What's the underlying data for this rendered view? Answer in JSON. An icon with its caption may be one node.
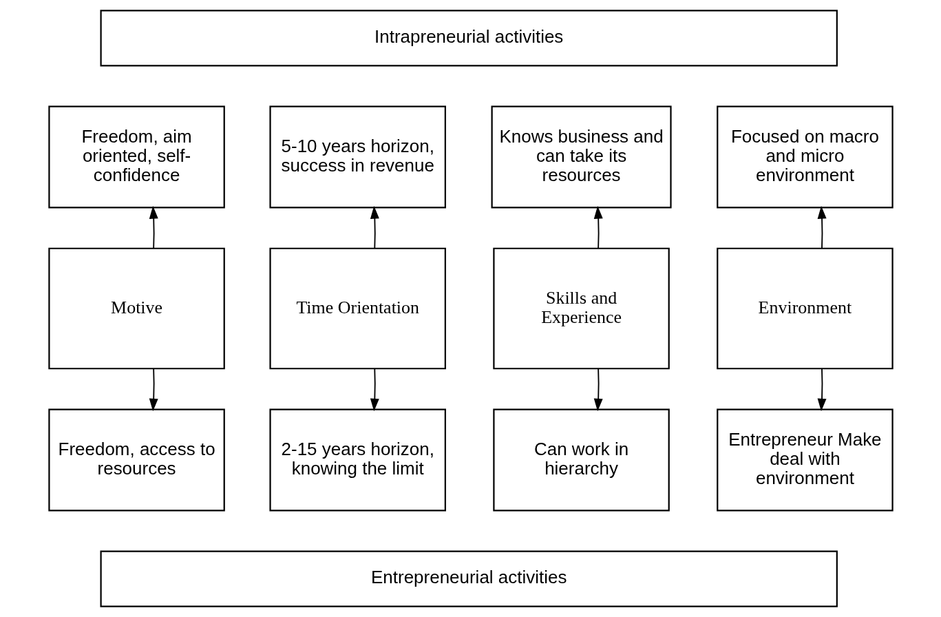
{
  "diagram": {
    "nodes": [
      {
        "text": [
          "Intrapreneurial activities"
        ]
      },
      {
        "text": [
          "Freedom, aim oriented, self-confidence"
        ]
      },
      {
        "text": [
          "5-10 years horizon, success in revenue"
        ]
      },
      {
        "text": [
          "Knows business and can take its resources"
        ]
      },
      {
        "text": [
          "Focused on macro and micro environment"
        ]
      },
      {
        "text": [
          "Motive"
        ]
      },
      {
        "text": [
          "Time Orientation"
        ]
      },
      {
        "text": [
          "Skills and Experience"
        ]
      },
      {
        "text": [
          "Environment"
        ]
      },
      {
        "text": [
          "Freedom, access to resources"
        ]
      },
      {
        "text": [
          "2-15 years horizon, knowing the limit"
        ]
      },
      {
        "text": [
          "Can work in hierarchy"
        ]
      },
      {
        "text": [
          "Entrepreneur Make deal with environment"
        ]
      },
      {
        "text": [
          "Entrepreneurial activities"
        ]
      }
    ],
    "edges": [
      {
        "from": 5,
        "to": 1,
        "arrow": "to"
      },
      {
        "from": 6,
        "to": 2,
        "arrow": "to"
      },
      {
        "from": 7,
        "to": 3,
        "arrow": "to"
      },
      {
        "from": 8,
        "to": 4,
        "arrow": "to"
      },
      {
        "from": 5,
        "to": 9,
        "arrow": "to"
      },
      {
        "from": 6,
        "to": 10,
        "arrow": "to"
      },
      {
        "from": 7,
        "to": 11,
        "arrow": "to"
      },
      {
        "from": 8,
        "to": 12,
        "arrow": "to"
      }
    ]
  }
}
